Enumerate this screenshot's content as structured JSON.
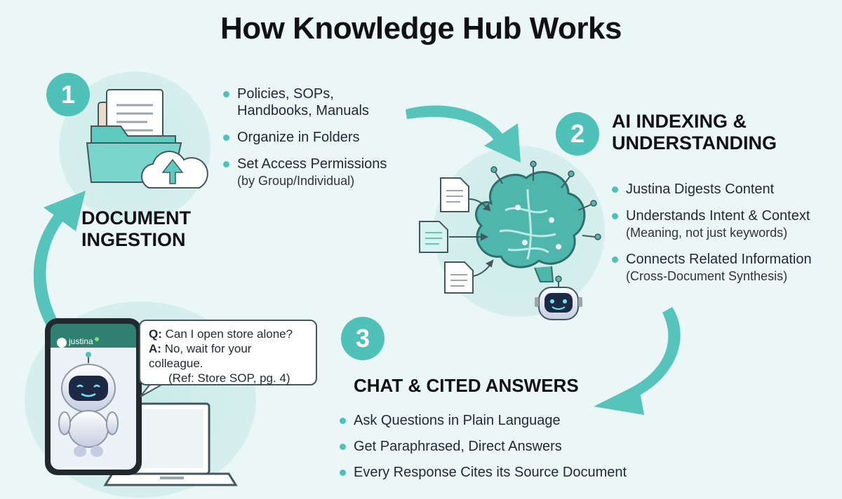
{
  "title": "How Knowledge Hub Works",
  "step1": {
    "number": "1",
    "heading_line1": "DOCUMENT",
    "heading_line2": "INGESTION",
    "bullets": [
      {
        "text": "Policies, SOPs,",
        "sub": "Handbooks, Manuals"
      },
      {
        "text": "Organize in Folders",
        "sub": ""
      },
      {
        "text": "Set Access Permissions",
        "sub": "(by Group/Individual)"
      }
    ]
  },
  "step2": {
    "number": "2",
    "heading_line1": "AI INDEXING &",
    "heading_line2": "UNDERSTANDING",
    "bullets": [
      {
        "text": "Justina Digests Content",
        "sub": ""
      },
      {
        "text": "Understands Intent & Context",
        "sub": "(Meaning, not just keywords)"
      },
      {
        "text": "Connects Related Information",
        "sub": "(Cross-Document Synthesis)"
      }
    ]
  },
  "step3": {
    "number": "3",
    "heading": "CHAT & CITED ANSWERS",
    "bullets": [
      {
        "text": "Ask Questions in Plain Language"
      },
      {
        "text": "Get Paraphrased, Direct Answers"
      },
      {
        "text": "Every Response Cites its Source Document"
      }
    ]
  },
  "chat": {
    "app_name": "justina",
    "q_label": "Q:",
    "question": "Can I open store alone?",
    "a_label": "A:",
    "answer": "No, wait for your colleague.",
    "reference": "(Ref: Store SOP, pg. 4)"
  },
  "colors": {
    "accent": "#4fc1b8",
    "background": "#eaf7f6",
    "circle": "#cdebe8",
    "ink": "#45575e"
  }
}
